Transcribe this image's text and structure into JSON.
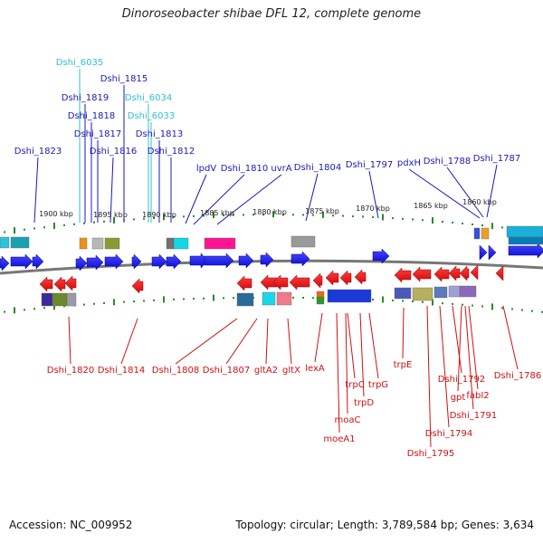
{
  "title": "Dinoroseobacter shibae DFL 12, complete genome",
  "footer": {
    "accession": "Accession: NC_009952",
    "stats": "Topology: circular; Length: 3,789,584 bp; Genes: 3,634"
  },
  "colors": {
    "top_label": "#1a1ab8",
    "top_label_light": "#30c0d0",
    "bottom_label": "#d01010",
    "forward_gene": "#1a1af0",
    "reverse_gene": "#f01010",
    "backbone": "#777777",
    "tick": "#2a8a2a"
  },
  "scale": [
    {
      "label": "1900 kbp"
    },
    {
      "label": "1895 kbp"
    },
    {
      "label": "1890 kbp"
    },
    {
      "label": "1885 kbp"
    },
    {
      "label": "1880 kbp"
    },
    {
      "label": "1875 kbp"
    },
    {
      "label": "1870 kbp"
    },
    {
      "label": "1865 kbp"
    },
    {
      "label": "1860 kbp"
    }
  ],
  "top_labels": [
    {
      "text": "Dshi_6035",
      "light": true
    },
    {
      "text": "Dshi_1815"
    },
    {
      "text": "Dshi_1819"
    },
    {
      "text": "Dshi_6034",
      "light": true
    },
    {
      "text": "Dshi_1818"
    },
    {
      "text": "Dshi_6033",
      "light": true
    },
    {
      "text": "Dshi_1817"
    },
    {
      "text": "Dshi_1813"
    },
    {
      "text": "Dshi_1823"
    },
    {
      "text": "Dshi_1816"
    },
    {
      "text": "Dshi_1812"
    },
    {
      "text": "Dshi_1788"
    },
    {
      "text": "Dshi_1787"
    },
    {
      "text": "Dshi_1797"
    },
    {
      "text": "pdxH"
    },
    {
      "text": "lpdV"
    },
    {
      "text": "Dshi_1810"
    },
    {
      "text": "uvrA"
    },
    {
      "text": "Dshi_1804"
    }
  ],
  "bottom_labels": [
    {
      "text": "Dshi_1820"
    },
    {
      "text": "Dshi_1814"
    },
    {
      "text": "Dshi_1808"
    },
    {
      "text": "Dshi_1807"
    },
    {
      "text": "gltA2"
    },
    {
      "text": "gltX"
    },
    {
      "text": "lexA"
    },
    {
      "text": "trpE"
    },
    {
      "text": "trpC"
    },
    {
      "text": "trpG"
    },
    {
      "text": "trpD"
    },
    {
      "text": "moaC"
    },
    {
      "text": "moeA1"
    },
    {
      "text": "Dshi_1792"
    },
    {
      "text": "Dshi_1786"
    },
    {
      "text": "gpt"
    },
    {
      "text": "fabI2"
    },
    {
      "text": "Dshi_1791"
    },
    {
      "text": "Dshi_1794"
    },
    {
      "text": "Dshi_1795"
    }
  ]
}
